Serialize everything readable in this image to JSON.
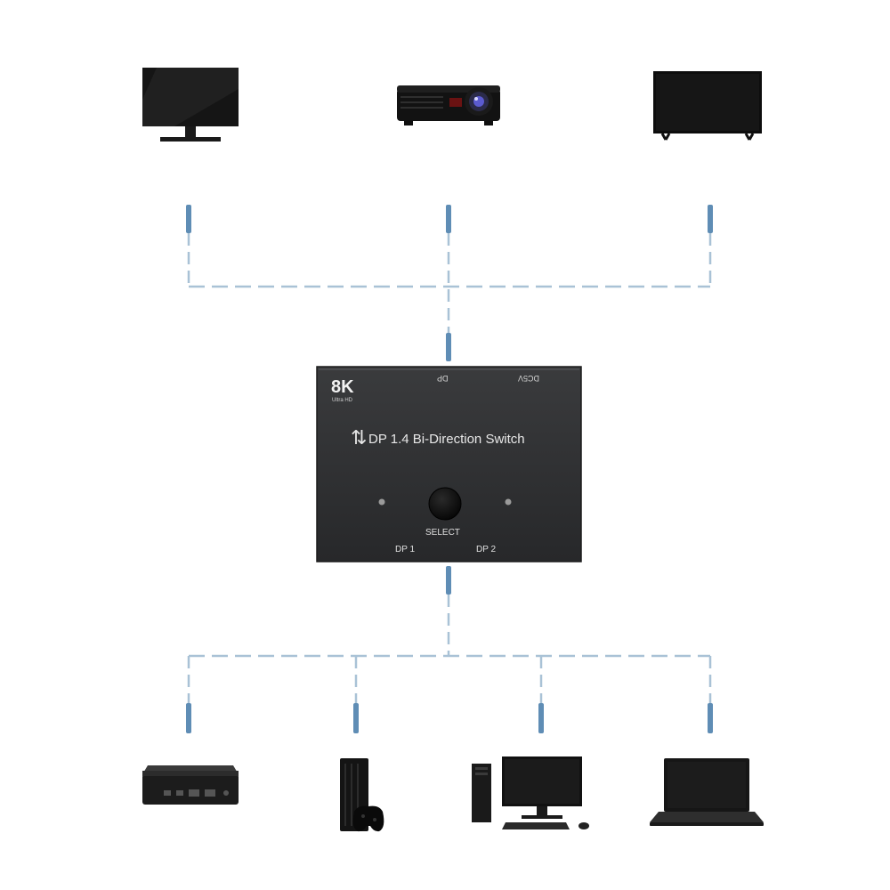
{
  "switch": {
    "badge_main": "8K",
    "badge_sub": "Ultra HD",
    "top_port_label": "DP",
    "power_label": "DC5V",
    "arrows_glyph": "⇅",
    "title": "DP 1.4 Bi-Direction Switch",
    "select_label": "SELECT",
    "port1_label": "DP 1",
    "port2_label": "DP 2"
  },
  "outputs": [
    {
      "icon": "monitor-icon"
    },
    {
      "icon": "projector-icon"
    },
    {
      "icon": "tv-icon"
    }
  ],
  "sources": [
    {
      "icon": "set-top-box-icon"
    },
    {
      "icon": "game-console-icon"
    },
    {
      "icon": "desktop-pc-icon"
    },
    {
      "icon": "laptop-icon"
    }
  ],
  "colors": {
    "connector": "#a9c2d6",
    "connector_plug": "#5f8db5",
    "device": "#111111",
    "switch_body": "#2e2f31"
  }
}
